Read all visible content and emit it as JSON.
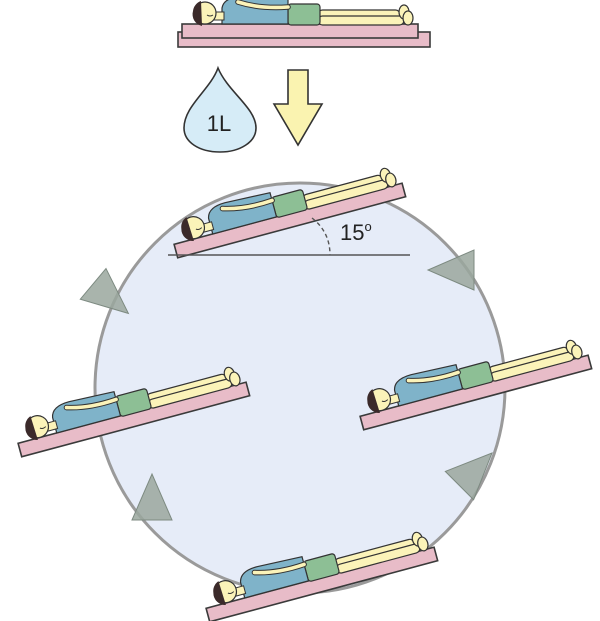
{
  "volume_label": "1L",
  "angle_label": "15",
  "angle_unit": "o",
  "colors": {
    "circle_fill": "#e6ecf8",
    "circle_stroke": "#9a9a9a",
    "board_fill": "#e8bcc8",
    "board_stroke": "#3a3a3a",
    "skin": "#fbf3b9",
    "shirt": "#7fb3c9",
    "shorts": "#8dbf95",
    "hair": "#3b2a2a",
    "arrow_fill": "#faf3b0",
    "drop_fill": "#d6ecf7",
    "rotation_arrow": "#9aa79e"
  },
  "icons": {
    "drop": "water-drop-icon",
    "down_arrow": "down-arrow-icon",
    "rotation": "rotation-arrow-icon"
  }
}
